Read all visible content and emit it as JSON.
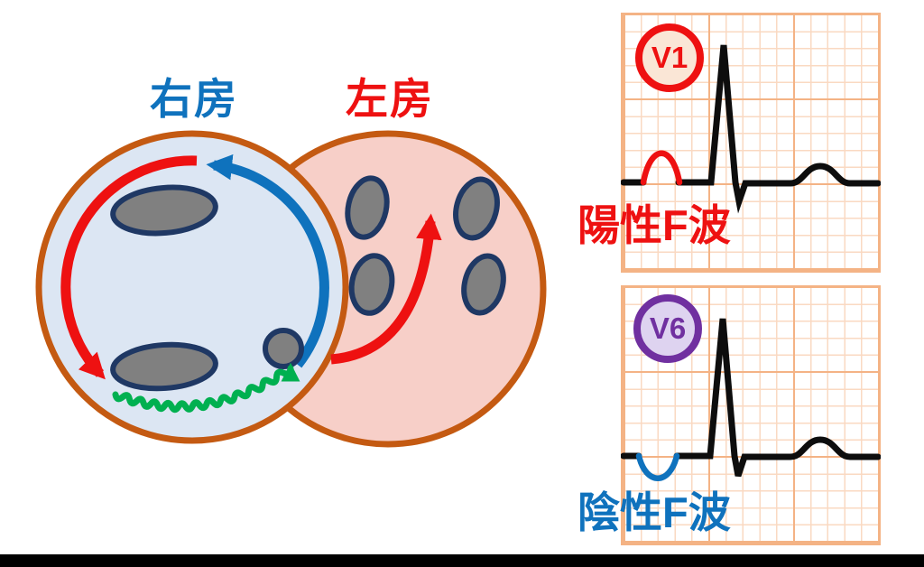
{
  "figure": {
    "right_atrium_label": "右房",
    "left_atrium_label": "左房",
    "colors": {
      "right_atrium_fill": "#dce6f3",
      "left_atrium_fill": "#f7cfc8",
      "atrium_border": "#c45a12",
      "right_atrium_label_color": "#0f72bd",
      "left_atrium_label_color": "#ee1111",
      "reentry_arrow_red": "#ee1111",
      "reentry_arrow_blue": "#0f72bd",
      "slow_conduction_green": "#00b050",
      "anatomy_gray_fill": "#808080",
      "anatomy_outline_navy": "#1f3864"
    }
  },
  "ecg": {
    "grid_minor_color": "#fad9c2",
    "grid_major_color": "#f4b385",
    "trace_color": "#0d0d0d",
    "panels": [
      {
        "lead": "V1",
        "caption": "陽性F波",
        "badge_ring_color": "#ee1111",
        "badge_fill_color": "#fae6d6",
        "caption_color": "#ee1111",
        "f_wave": "positive",
        "f_wave_color": "#ee1111"
      },
      {
        "lead": "V6",
        "caption": "陰性F波",
        "badge_ring_color": "#7030a0",
        "badge_fill_color": "#ded3f0",
        "caption_color": "#0f72bd",
        "f_wave": "negative",
        "f_wave_color": "#0f72bd"
      }
    ]
  }
}
